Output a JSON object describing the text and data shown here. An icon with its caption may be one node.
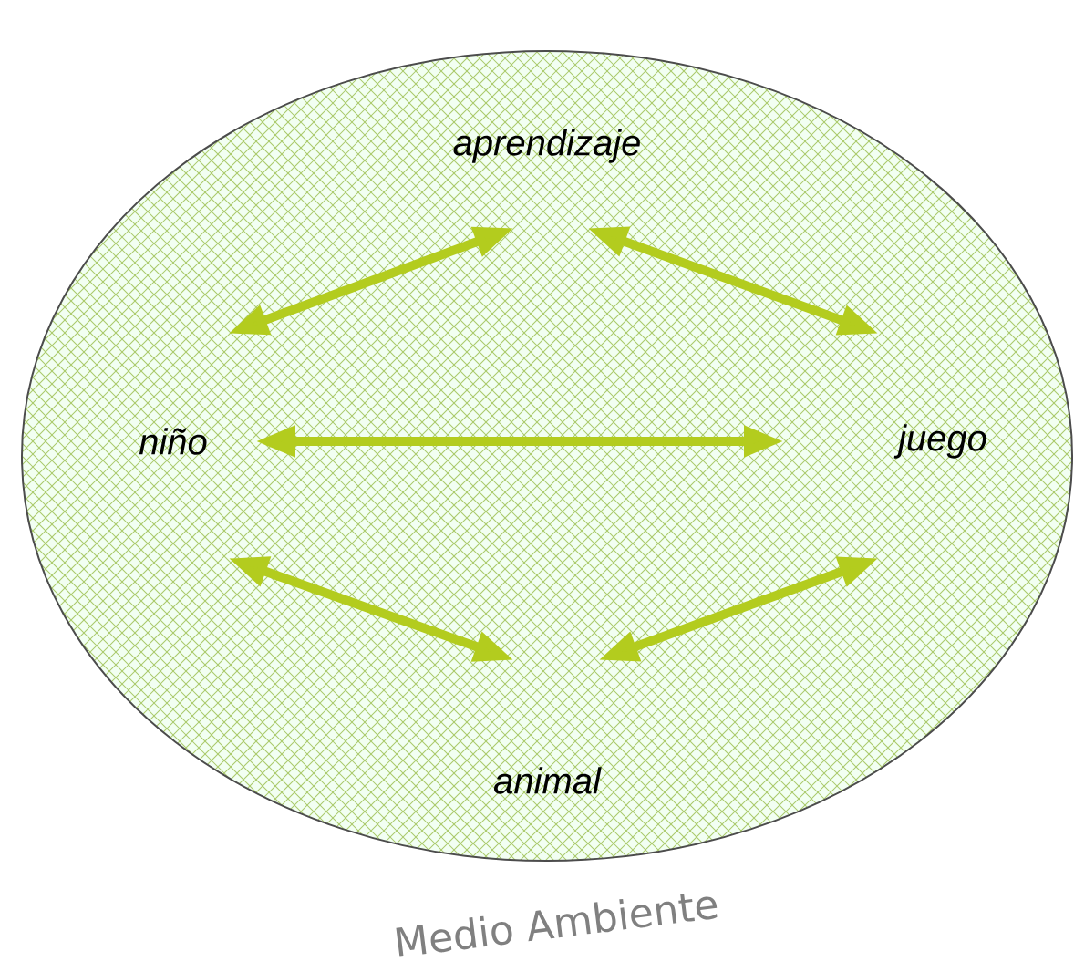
{
  "diagram": {
    "nodes": [
      {
        "text": [
          "Medio Ambiente"
        ]
      },
      {
        "text": [
          "aprendizaje"
        ],
        "in": 0
      },
      {
        "text": [
          "niño"
        ],
        "in": 0
      },
      {
        "text": [
          "juego"
        ],
        "in": 0
      },
      {
        "text": [
          "animal"
        ],
        "in": 0
      }
    ],
    "edges": [
      {
        "from": 2,
        "to": 1,
        "arrow": "both"
      },
      {
        "from": 1,
        "to": 3,
        "arrow": "both"
      },
      {
        "from": 2,
        "to": 3,
        "arrow": "both"
      },
      {
        "from": 2,
        "to": 4,
        "arrow": "both"
      },
      {
        "from": 4,
        "to": 3,
        "arrow": "both"
      }
    ]
  }
}
